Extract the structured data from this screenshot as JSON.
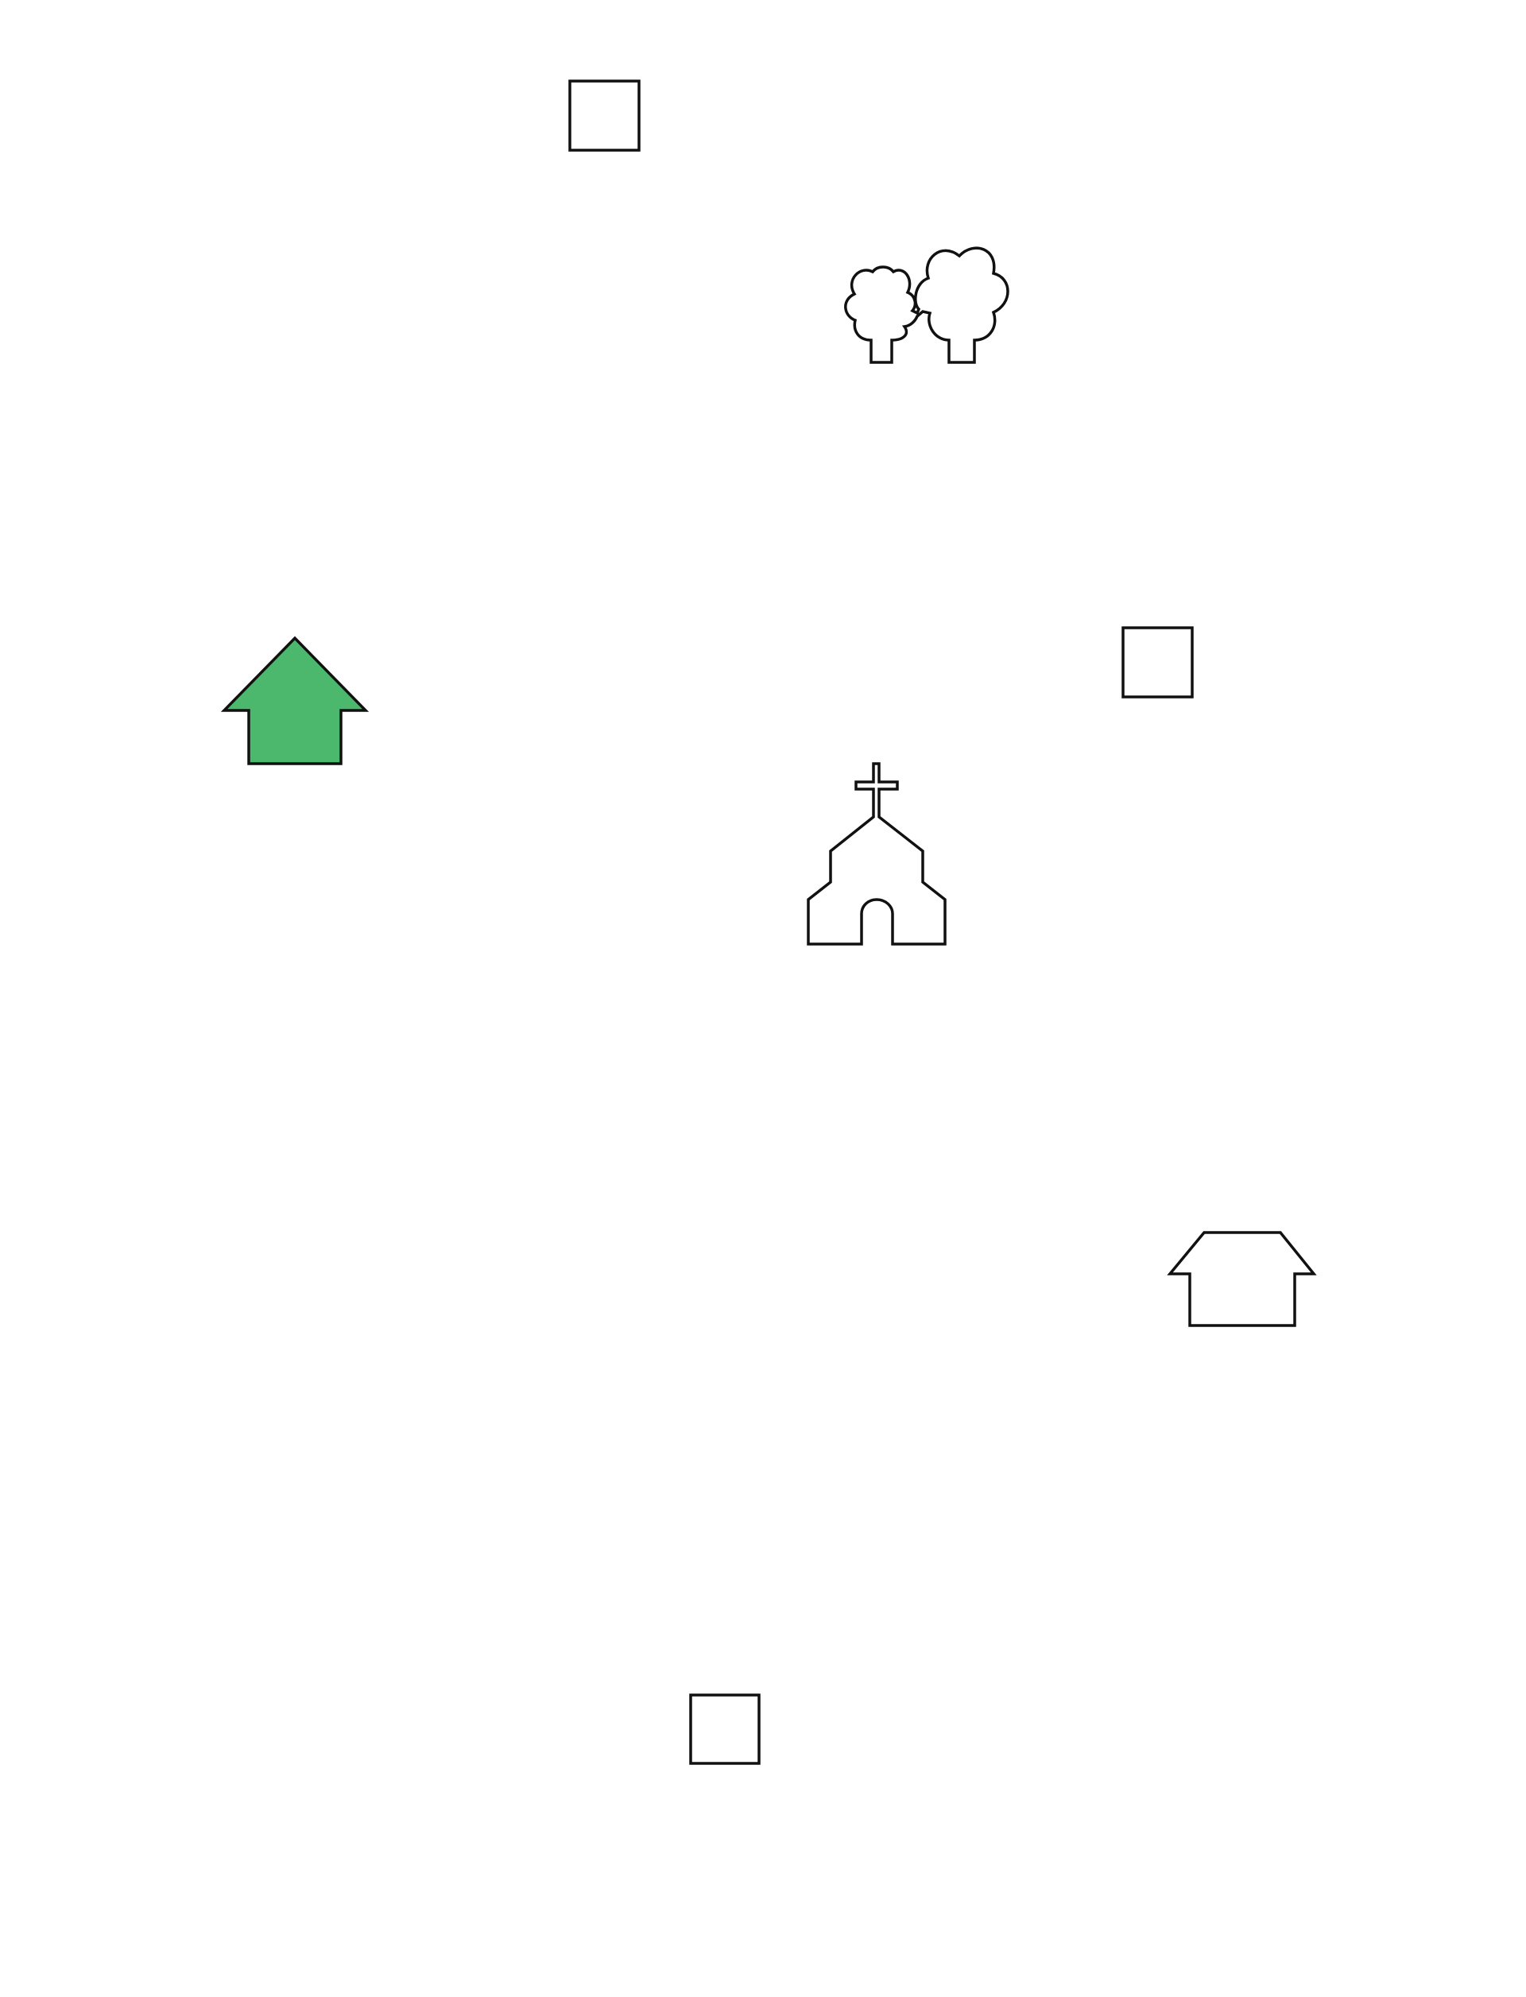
{
  "colors": {
    "background": "#ffffff",
    "outline": "#111111",
    "highlight": "#4cb86e",
    "default_fill": "#ffffff"
  },
  "symbols": [
    {
      "id": "square-1",
      "icon": "square-icon",
      "highlighted": false
    },
    {
      "id": "trees",
      "icon": "trees-icon",
      "highlighted": false
    },
    {
      "id": "square-2",
      "icon": "square-icon",
      "highlighted": false
    },
    {
      "id": "home",
      "icon": "house-arrow-icon",
      "highlighted": true
    },
    {
      "id": "church",
      "icon": "church-icon",
      "highlighted": false
    },
    {
      "id": "building",
      "icon": "house-icon",
      "highlighted": false
    },
    {
      "id": "square-3",
      "icon": "square-icon",
      "highlighted": false
    }
  ]
}
